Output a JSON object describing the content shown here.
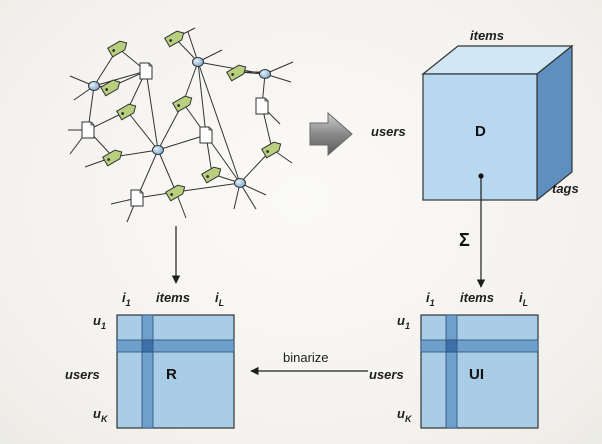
{
  "cube": {
    "label": "D",
    "axis_top": "items",
    "axis_left": "users",
    "axis_right": "tags"
  },
  "sum_symbol": "Σ",
  "binarize_label": "binarize",
  "matrix_r": {
    "label": "R",
    "col_first": "i",
    "col_first_sub": "1",
    "col_mid": "items",
    "col_last": "i",
    "col_last_sub": "L",
    "row_first": "u",
    "row_first_sub": "1",
    "row_mid": "users",
    "row_last": "u",
    "row_last_sub": "K"
  },
  "matrix_ui": {
    "label": "UI",
    "col_first": "i",
    "col_first_sub": "1",
    "col_mid": "items",
    "col_last": "i",
    "col_last_sub": "L",
    "row_first": "u",
    "row_first_sub": "1",
    "row_mid": "users",
    "row_last": "u",
    "row_last_sub": "K"
  },
  "colors": {
    "matrix_fill": "#a9cde6",
    "matrix_stripe": "#6f9fcb",
    "matrix_cross": "#3d70a8",
    "tag_fill": "#b8cf7e",
    "user_fill": "#a9cde6",
    "cube_front": "#b7d8ee",
    "cube_top": "#d2e7f5",
    "cube_side": "#5f8fbe"
  }
}
